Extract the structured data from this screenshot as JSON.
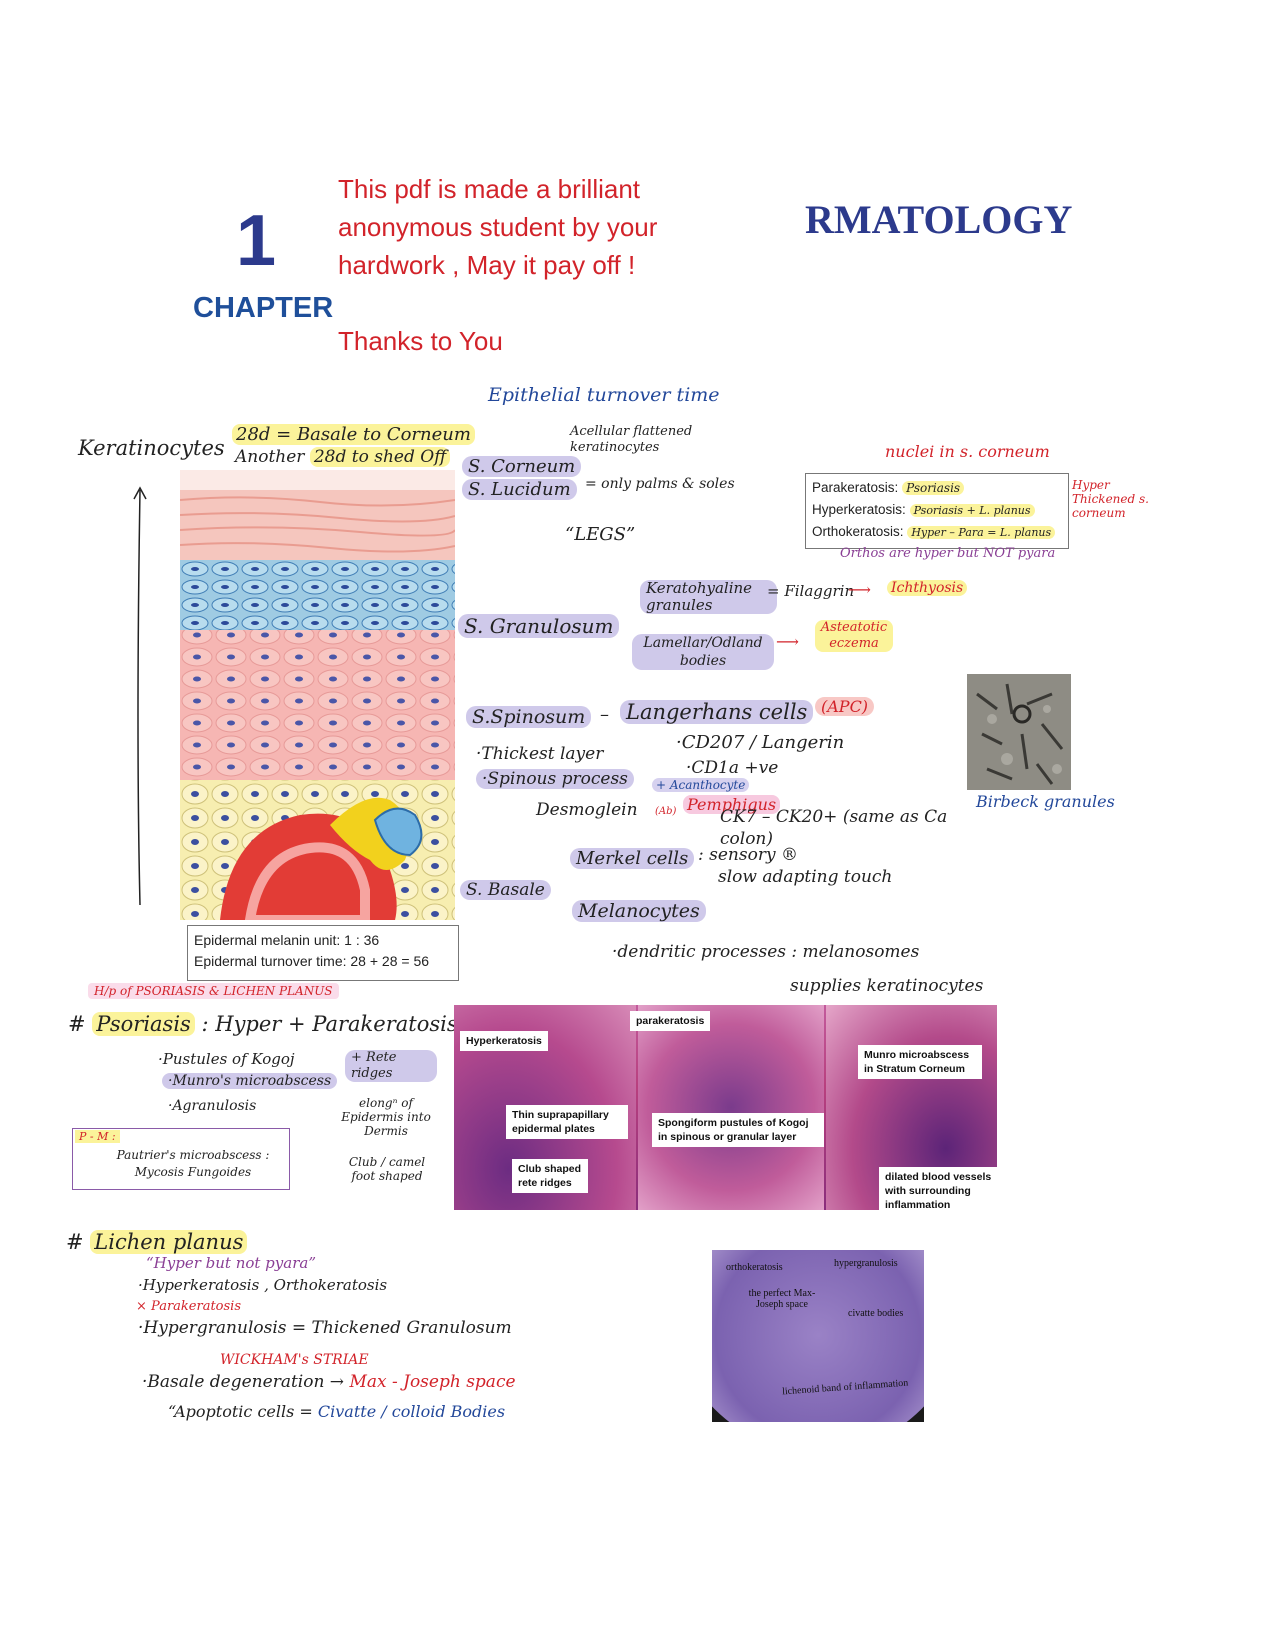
{
  "header": {
    "chapter_number": "1",
    "chapter_word": "CHAPTER",
    "title": "RMATOLOGY",
    "note_lines": [
      "This pdf is made a brilliant",
      "anonymous student  by your",
      "hardwork , May it pay off !"
    ],
    "thanks": "Thanks to You"
  },
  "epidermis": {
    "epithelial_turnover": "Epithelial turnover time",
    "keratinocytes": "Keratinocytes",
    "line1": "28d = Basale to Corneum",
    "line2a": "Another ",
    "line2b": "28d to shed Off",
    "corneum": "S. Corneum",
    "acellular": "Acellular flattened keratinocytes",
    "lucidum": "S. Lucidum",
    "palms": "= only palms & soles",
    "legs": "“LEGS”",
    "granulosum": "S. Granulosum",
    "kerato": "Keratohyaline granules",
    "filaggrin": "= Filaggrin",
    "ichthyosis": "Ichthyosis",
    "lamellar": "Lamellar/Odland bodies",
    "asteatotic": "Asteatotic eczema",
    "spinosum": "S.Spinosum",
    "langerhans": "Langerhans cells",
    "apc": "(APC)",
    "cd207": "·CD207 / Langerin",
    "cd1a": "·CD1a +ve",
    "thickest": "·Thickest layer",
    "spinous": "·Spinous process",
    "acanthocyte": "+ Acanthocyte",
    "desmoglein": "Desmoglein",
    "ab": "(Ab)",
    "pemphigus": "Pemphigus",
    "ck": "CK7 – CK20+ (same as Ca colon)",
    "basale": "S. Basale",
    "merkel": "Merkel cells",
    "sensory": ": sensory ®",
    "slow": "slow adapting touch",
    "melanocytes": "Melanocytes",
    "dendritic": "·dendritic processes : melanosomes",
    "supplies": "supplies keratinocytes",
    "melanin_unit": "Epidermal melanin unit: 1 : 36",
    "turnover": "Epidermal turnover time: 28 + 28 = 56"
  },
  "keratosis_box": {
    "nuclei": "nuclei in s. corneum",
    "para_label": "Parakeratosis:",
    "para_val": "Psoriasis",
    "hyper_label": "Hyperkeratosis:",
    "hyper_val": "Psoriasis + L. planus",
    "ortho_label": "Orthokeratosis:",
    "ortho_val": "Hyper – Para = L. planus",
    "side": "Hyper Thickened s. corneum",
    "orthos": "Orthos are hyper but NOT pyara",
    "birbeck": "Birbeck granules"
  },
  "psoriasis": {
    "hp": "H/p of PSORIASIS & LICHEN PLANUS",
    "title_a": "Psoriasis",
    "title_b": " : Hyper + Parakeratosis",
    "kogoj": "·Pustules of Kogoj",
    "munro": "·Munro's microabscess",
    "agranulosis": "·Agranulosis",
    "rete": "+ Rete ridges",
    "elong": "elongⁿ of Epidermis into Dermis",
    "club": "Club / camel foot shaped",
    "pm_label": "P - M :",
    "pm_text": "Pautrier's microabscess : Mycosis Fungoides"
  },
  "histo": {
    "hyperkeratosis": "Hyperkeratosis",
    "parakeratosis": "parakeratosis",
    "munro": "Munro microabscess in Stratum Corneum",
    "plates": "Thin suprapapillary epidermal plates",
    "kogoj": "Spongiform pustules of Kogoj in spinous or granular layer",
    "club": "Club shaped rete ridges",
    "vessels": "dilated blood vessels with surrounding inflammation"
  },
  "lichen": {
    "title": "Lichen planus",
    "hyper": "“Hyper but not pyara”",
    "line1": "·Hyperkeratosis , Orthokeratosis",
    "line2": "× Parakeratosis",
    "line3": "·Hypergranulosis = Thickened Granulosum",
    "wickham": "WICKHAM's STRIAE",
    "line4a": "·Basale degeneration → ",
    "line4b": "Max - Joseph space",
    "line5a": "“Apoptotic cells = ",
    "line5b": "Civatte / colloid Bodies"
  },
  "lp_image": {
    "ortho": "orthokeratosis",
    "hypergran": "hypergranulosis",
    "perfect": "the perfect Max-Joseph space",
    "civatte": "civatte bodies",
    "band": "lichenoid band of inflammation"
  }
}
